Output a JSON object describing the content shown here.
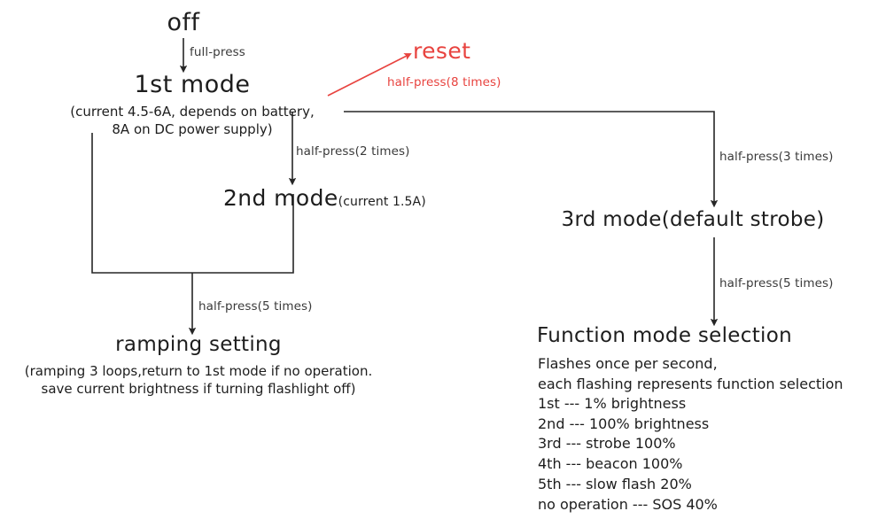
{
  "diagram": {
    "title_implicit": "Flashlight mode flow chart",
    "accent_red": "#e8433f",
    "line_color": "#262626",
    "background": "#ffffff"
  },
  "nodes": {
    "off": {
      "label": "off"
    },
    "first_mode": {
      "label": "1st mode",
      "detail_line1": "(current 4.5-6A, depends on battery,",
      "detail_line2": "8A on DC power supply)"
    },
    "second_mode": {
      "label": "2nd mode",
      "sub": "(current 1.5A)"
    },
    "third_mode": {
      "label": "3rd mode(default strobe)"
    },
    "reset": {
      "label": "reset",
      "sub": "half-press(8 times)"
    },
    "ramping": {
      "label": "ramping setting",
      "detail_line1": "(ramping 3 loops,return to 1st mode if no  operation.",
      "detail_line2": "save current brightness if turning flashlight off)"
    },
    "function_mode": {
      "label": "Function mode selection",
      "desc_line1": "Flashes once per second,",
      "desc_line2": "each flashing represents function selection",
      "items": [
        "1st --- 1% brightness",
        "2nd ---  100% brightness",
        "3rd --- strobe 100%",
        "4th --- beacon 100%",
        "5th --- slow flash 20%",
        "no operation --- SOS 40%"
      ]
    }
  },
  "edges": {
    "off_to_first": "full-press",
    "first_to_second": "half-press(2 times)",
    "first_to_third": "half-press(3 times)",
    "loop_to_ramping": "half-press(5 times)",
    "third_to_function": "half-press(5 times)"
  }
}
